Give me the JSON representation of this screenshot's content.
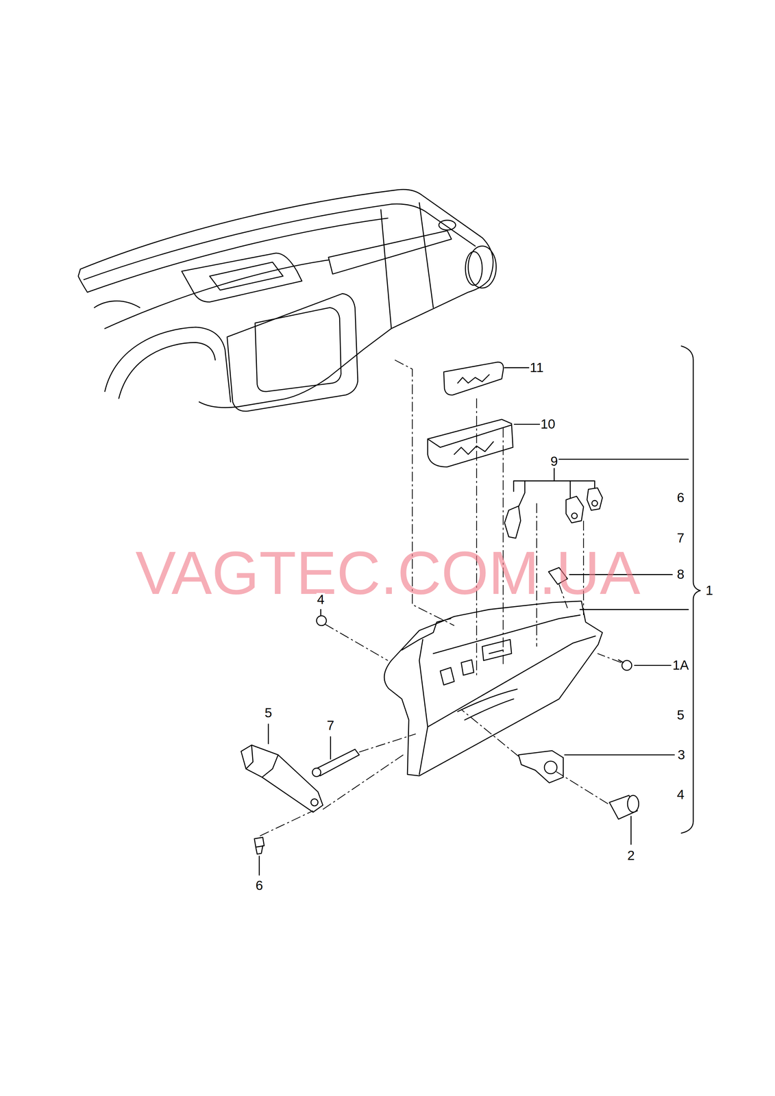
{
  "diagram": {
    "labels": [
      "11",
      "10",
      "9",
      "6",
      "7",
      "VAGTEC.COM.UA",
      "8",
      "1",
      "4",
      "1A",
      "5",
      "5",
      "7",
      "3",
      "4",
      "2",
      "6"
    ]
  }
}
